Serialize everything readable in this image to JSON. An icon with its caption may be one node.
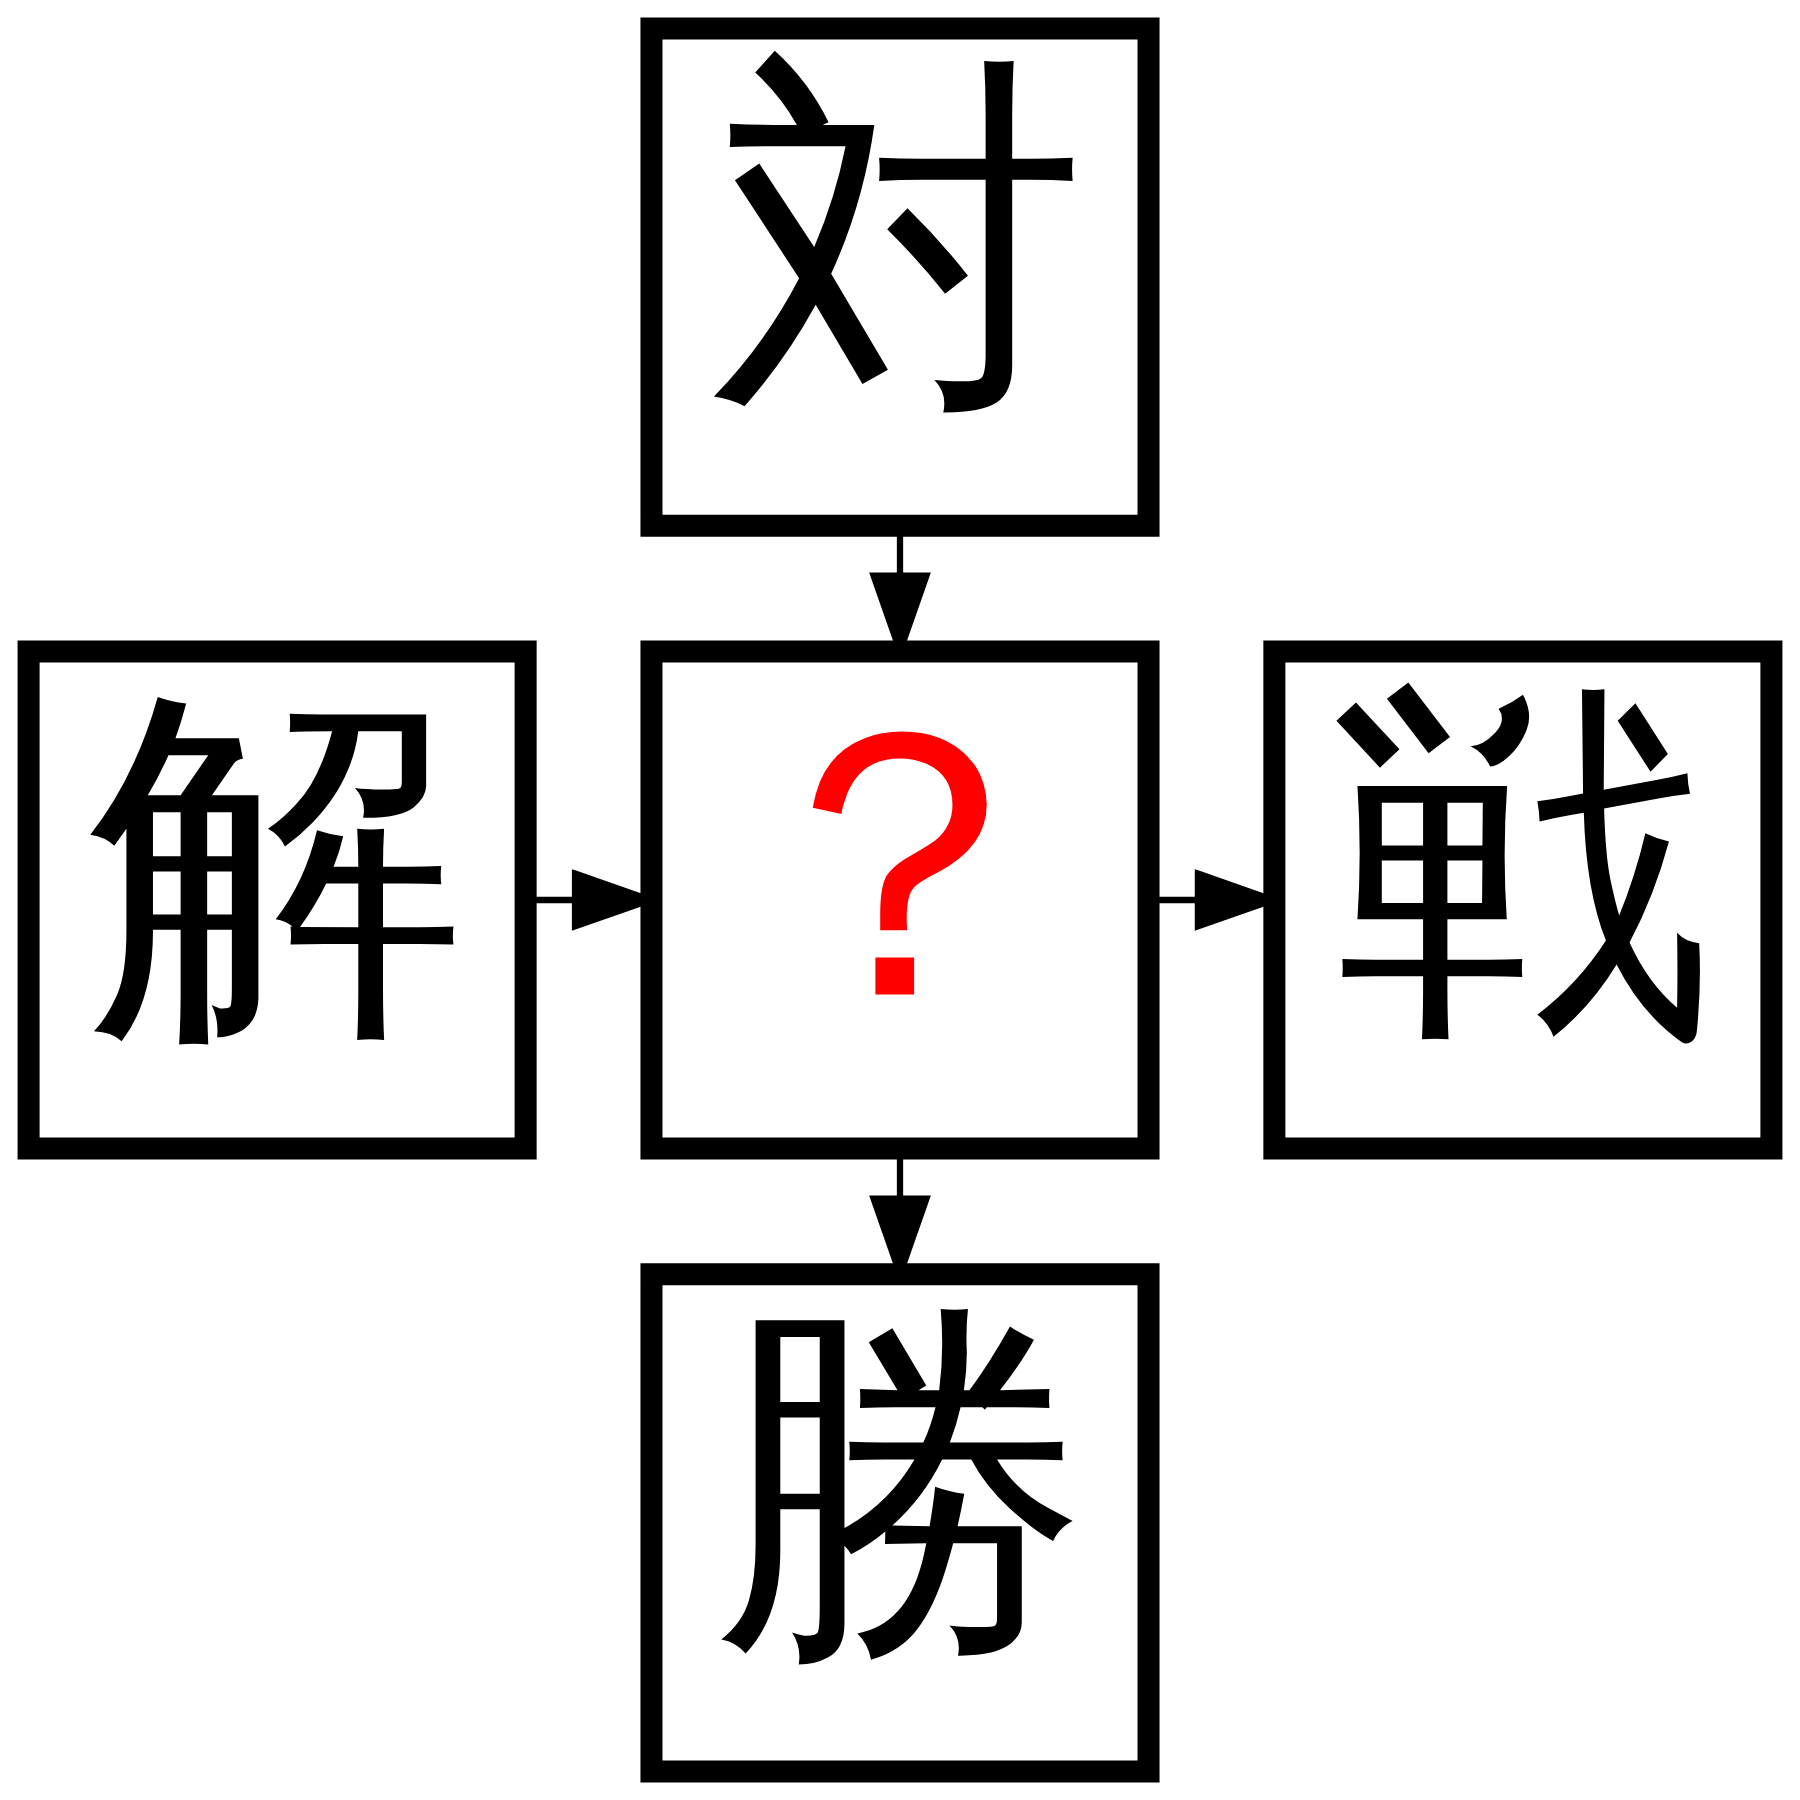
{
  "diagram": {
    "nodes": [
      {
        "text": [
          "対"
        ]
      },
      {
        "text": [
          "解"
        ]
      },
      {
        "text": [
          "？"
        ]
      },
      {
        "text": [
          "戦"
        ]
      },
      {
        "text": [
          "勝"
        ]
      }
    ],
    "edges": [
      {
        "from": 0,
        "to": 2,
        "arrow": "to"
      },
      {
        "from": 1,
        "to": 2,
        "arrow": "to"
      },
      {
        "from": 2,
        "to": 3,
        "arrow": "to"
      },
      {
        "from": 2,
        "to": 4,
        "arrow": "to"
      }
    ]
  }
}
